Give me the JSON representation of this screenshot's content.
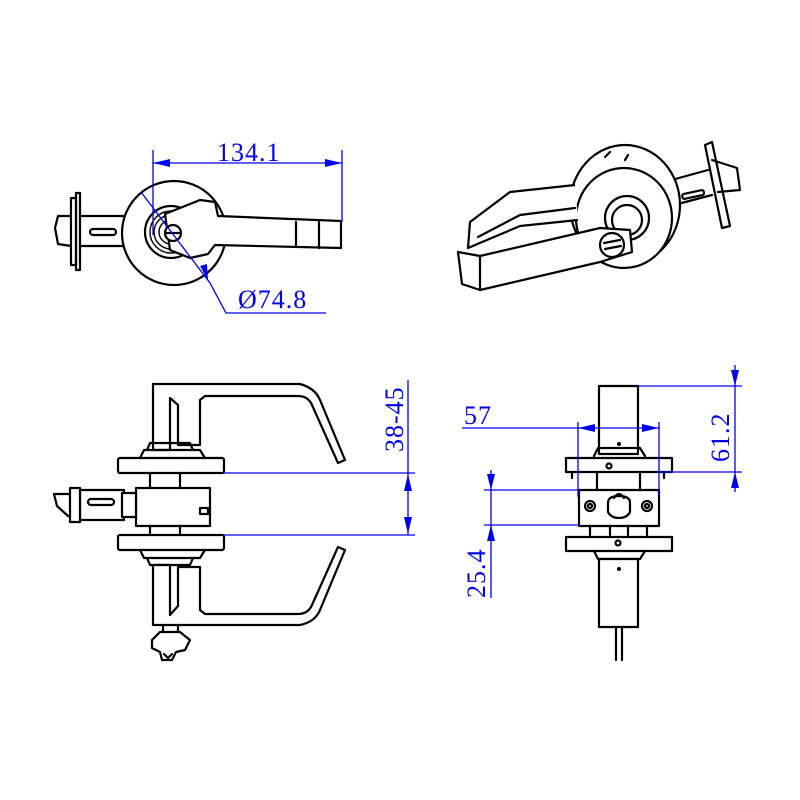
{
  "drawing": {
    "subject": "Lever lockset technical drawing",
    "line_color": "#000000",
    "dimension_color": "#0000ee",
    "views": [
      {
        "name": "front-view",
        "description": "Lever front view with rose"
      },
      {
        "name": "isometric-view",
        "description": "3D view of lever lockset with key cylinder and latch"
      },
      {
        "name": "top-view",
        "description": "Top view with both levers, chassis and latch"
      },
      {
        "name": "side-view",
        "description": "Side view showing chassis and spindle"
      }
    ]
  },
  "dimensions": {
    "lever_length": "134.1",
    "rose_diameter": "Ø74.8",
    "door_thickness": "38-45",
    "chassis_width": "57",
    "rose_to_end": "61.2",
    "chassis_height": "25.4"
  }
}
